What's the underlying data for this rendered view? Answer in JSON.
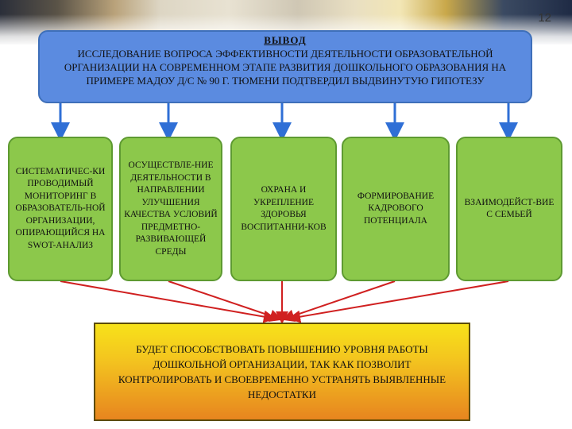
{
  "page_number": "12",
  "conclusion": {
    "heading": "ВЫВОД",
    "text": "ИССЛЕДОВАНИЕ ВОПРОСА ЭФФЕКТИВНОСТИ ДЕЯТЕЛЬНОСТИ ОБРАЗОВАТЕЛЬНОЙ ОРГАНИЗАЦИИ НА СОВРЕМЕННОМ ЭТАПЕ РАЗВИТИЯ ДОШКОЛЬНОГО ОБРАЗОВАНИЯ НА ПРИМЕРЕ МАДОУ Д/С № 90 Г. ТЮМЕНИ ПОДТВЕРДИЛ ВЫДВИНУТУЮ ГИПОТЕЗУ"
  },
  "factors": [
    {
      "text": "СИСТЕМАТИЧЕС-КИ ПРОВОДИМЫЙ МОНИТОРИНГ В ОБРАЗОВАТЕЛЬ-НОЙ ОРГАНИЗАЦИИ, ОПИРАЮЩИЙСЯ НА SWOT-АНАЛИЗ"
    },
    {
      "text": "ОСУЩЕСТВЛЕ-НИЕ ДЕЯТЕЛЬНОСТИ В НАПРАВЛЕНИИ УЛУЧШЕНИЯ КАЧЕСТВА УСЛОВИЙ ПРЕДМЕТНО-РАЗВИВАЮЩЕЙ СРЕДЫ"
    },
    {
      "text": "ОХРАНА И УКРЕПЛЕНИЕ ЗДОРОВЬЯ ВОСПИТАННИ-КОВ"
    },
    {
      "text": "ФОРМИРОВАНИЕ КАДРОВОГО ПОТЕНЦИАЛА"
    },
    {
      "text": "ВЗАИМОДЕЙСТ-ВИЕ С СЕМЬЕЙ"
    }
  ],
  "result": {
    "text": "БУДЕТ СПОСОБСТВОВАТЬ ПОВЫШЕНИЮ УРОВНЯ РАБОТЫ ДОШКОЛЬНОЙ ОРГАНИЗАЦИИ, ТАК КАК ПОЗВОЛИТ КОНТРОЛИРОВАТЬ И СВОЕВРЕМЕННО УСТРАНЯТЬ ВЫЯВЛЕННЫЕ НЕДОСТАТКИ"
  },
  "colors": {
    "conclusion_fill": "#5b8be0",
    "factor_fill": "#8cc84b",
    "result_fill_top": "#f7e21a",
    "result_fill_bottom": "#e7851f",
    "arrow_blue": "#2f6fd6",
    "arrow_red": "#d02020"
  }
}
